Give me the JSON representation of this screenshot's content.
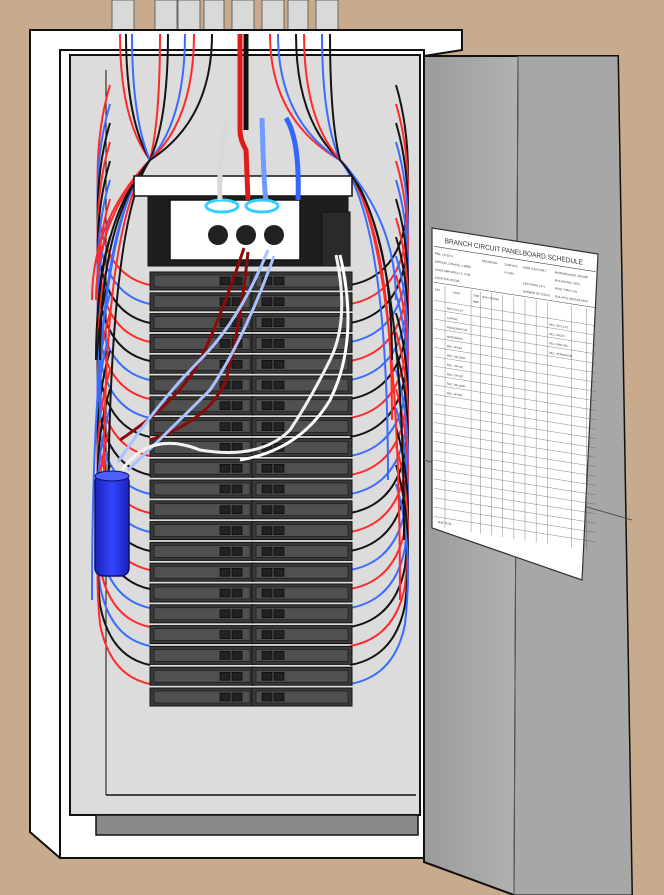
{
  "schedule": {
    "title": "BRANCH CIRCUIT PANELBOARD SCHEDULE",
    "panel_id": "PNL: LP-1E-1",
    "mounting": "MOUNTING",
    "surface": "SURFACE",
    "flush": "FLUSH",
    "main_lugs": "MAIN LUGS ONLY",
    "main_breaker": "MAIN BREAKER: 225A/3P",
    "spec_line": "208Y/120, 3 PHASE, 4 WIRE",
    "bus_rating": "BUS RATING: 225A",
    "aic": "10,000 AMP MIN A.I.C. SYM",
    "fed_from": "FED FROM: LP-1",
    "feed_thru": "FEED THRU LUG",
    "location": "LOCATION: ROOM",
    "num_poles": "NUMBER OF POLES",
    "isolated_ground": "ISOLATED GROUND BUS",
    "ckt": "CKT",
    "load": "LOAD",
    "trip": "TRIP",
    "kva_phase": "KVA / PHASE",
    "amp": "AMP",
    "left_rows": [
      "REC/OUTLET",
      "COFFEE",
      "REFRIGERATOR",
      "MICROWAVE",
      "REC. ROOM",
      "REC. HALLWAY",
      "REC. OFFICE",
      "REC. OFFICE",
      "REC. HALLWAY",
      "REC. SPARE"
    ],
    "right_rows": [
      "REC. OUTLETS",
      "REC. FRONT",
      "REC. PRINTER",
      "REC. WORKROOM"
    ],
    "total_label": "SUBTOTAL"
  },
  "colors": {
    "wall": "#c7ab8c",
    "enclosure": "#ffffff",
    "interior": "#dedede",
    "door": "#a9a9a9",
    "breaker": "#3a3a3a",
    "hot_red": "#ff2222",
    "hot_blue": "#3366ff",
    "neutral": "#f5f5f5",
    "ground": "#141414",
    "capacitor": "#2433e0"
  }
}
